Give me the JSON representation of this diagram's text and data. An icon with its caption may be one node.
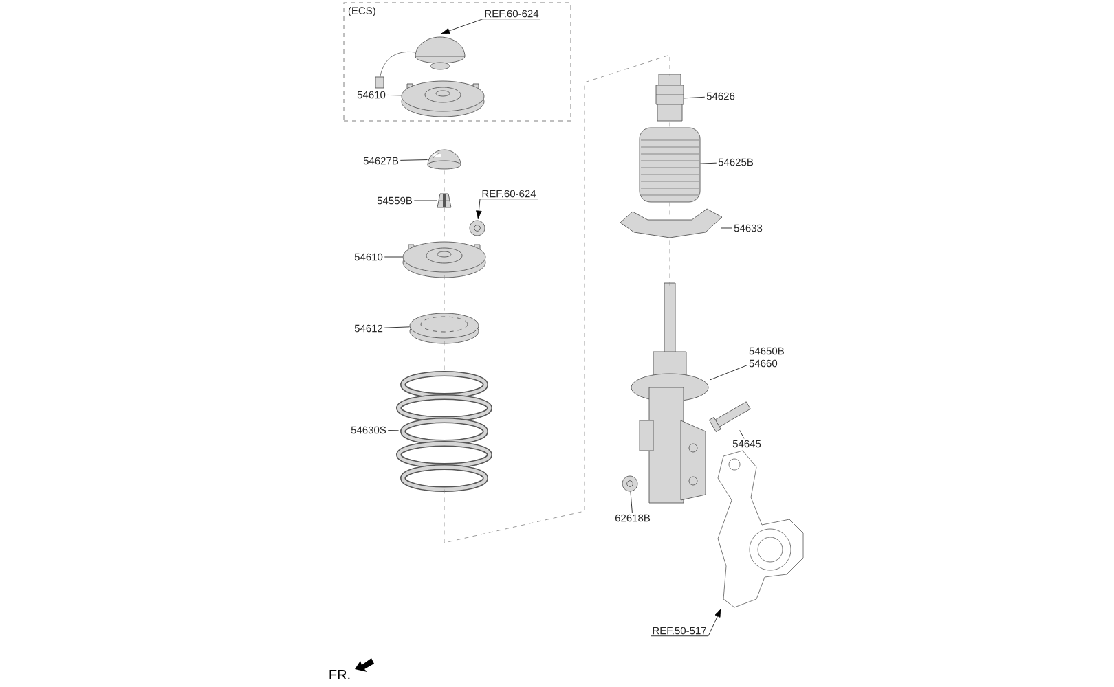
{
  "diagram": {
    "nodes": [
      {
        "text": [
          "(ECS)"
        ]
      },
      {
        "text": [
          "REF.60-624"
        ],
        "in": 0
      },
      {
        "text": [],
        "shape": "picture",
        "in": 0
      },
      {
        "text": [
          "54610"
        ],
        "in": 0
      },
      {
        "text": [],
        "shape": "picture",
        "in": 0
      },
      {
        "text": [
          "54627B"
        ]
      },
      {
        "text": [],
        "shape": "picture"
      },
      {
        "text": [
          "54559B"
        ]
      },
      {
        "text": [],
        "shape": "picture"
      },
      {
        "text": [
          "REF.60-624"
        ]
      },
      {
        "text": [],
        "shape": "picture"
      },
      {
        "text": [
          "54610"
        ]
      },
      {
        "text": [],
        "shape": "picture"
      },
      {
        "text": [
          "54612"
        ]
      },
      {
        "text": [],
        "shape": "picture"
      },
      {
        "text": [
          "54630S"
        ]
      },
      {
        "text": [],
        "shape": "picture"
      },
      {
        "text": [
          "54626"
        ]
      },
      {
        "text": [],
        "shape": "picture"
      },
      {
        "text": [
          "54625B"
        ]
      },
      {
        "text": [],
        "shape": "picture"
      },
      {
        "text": [
          "54633"
        ]
      },
      {
        "text": [],
        "shape": "picture"
      },
      {
        "text": [
          "54650B 54660"
        ]
      },
      {
        "text": [],
        "shape": "picture"
      },
      {
        "text": [
          "54645"
        ]
      },
      {
        "text": [],
        "shape": "picture"
      },
      {
        "text": [
          "62618B"
        ]
      },
      {
        "text": [],
        "shape": "picture"
      },
      {
        "text": [
          "REF.50-517"
        ]
      },
      {
        "text": [],
        "shape": "picture"
      }
    ],
    "edges": [
      {
        "from": 1,
        "to": 2,
        "arrow": "to"
      },
      {
        "from": 3,
        "to": 4,
        "arrow": "none"
      },
      {
        "from": 5,
        "to": 6,
        "arrow": "none"
      },
      {
        "from": 7,
        "to": 8,
        "arrow": "none"
      },
      {
        "from": 9,
        "to": 10,
        "arrow": "to"
      },
      {
        "from": 11,
        "to": 12,
        "arrow": "none"
      },
      {
        "from": 13,
        "to": 14,
        "arrow": "none"
      },
      {
        "from": 15,
        "to": 16,
        "arrow": "none"
      },
      {
        "from": 17,
        "to": 18,
        "arrow": "none"
      },
      {
        "from": 19,
        "to": 20,
        "arrow": "none"
      },
      {
        "from": 21,
        "to": 22,
        "arrow": "none"
      },
      {
        "from": 23,
        "to": 24,
        "arrow": "none"
      },
      {
        "from": 25,
        "to": 26,
        "arrow": "none"
      },
      {
        "from": 27,
        "to": 28,
        "arrow": "none"
      },
      {
        "from": 29,
        "to": 30,
        "arrow": "to"
      },
      {
        "from": 6,
        "to": 8,
        "arrow": "none",
        "style": "dashed",
        "color": "#808080"
      },
      {
        "from": 8,
        "to": 12,
        "arrow": "none",
        "style": "dashed",
        "color": "#808080"
      },
      {
        "from": 12,
        "to": 14,
        "arrow": "none",
        "style": "dashed",
        "color": "#808080"
      },
      {
        "from": 14,
        "to": 16,
        "arrow": "none",
        "style": "dashed",
        "color": "#808080"
      },
      {
        "from": 16,
        "to": 18,
        "arrow": "none",
        "style": "dashed",
        "color": "#808080"
      },
      {
        "from": 18,
        "to": 20,
        "arrow": "none",
        "style": "dashed",
        "color": "#808080"
      },
      {
        "from": 20,
        "to": 22,
        "arrow": "none",
        "style": "dashed",
        "color": "#808080"
      },
      {
        "from": 22,
        "to": 24,
        "arrow": "none",
        "style": "dashed",
        "color": "#808080"
      }
    ],
    "labels": [
      "FR."
    ]
  }
}
